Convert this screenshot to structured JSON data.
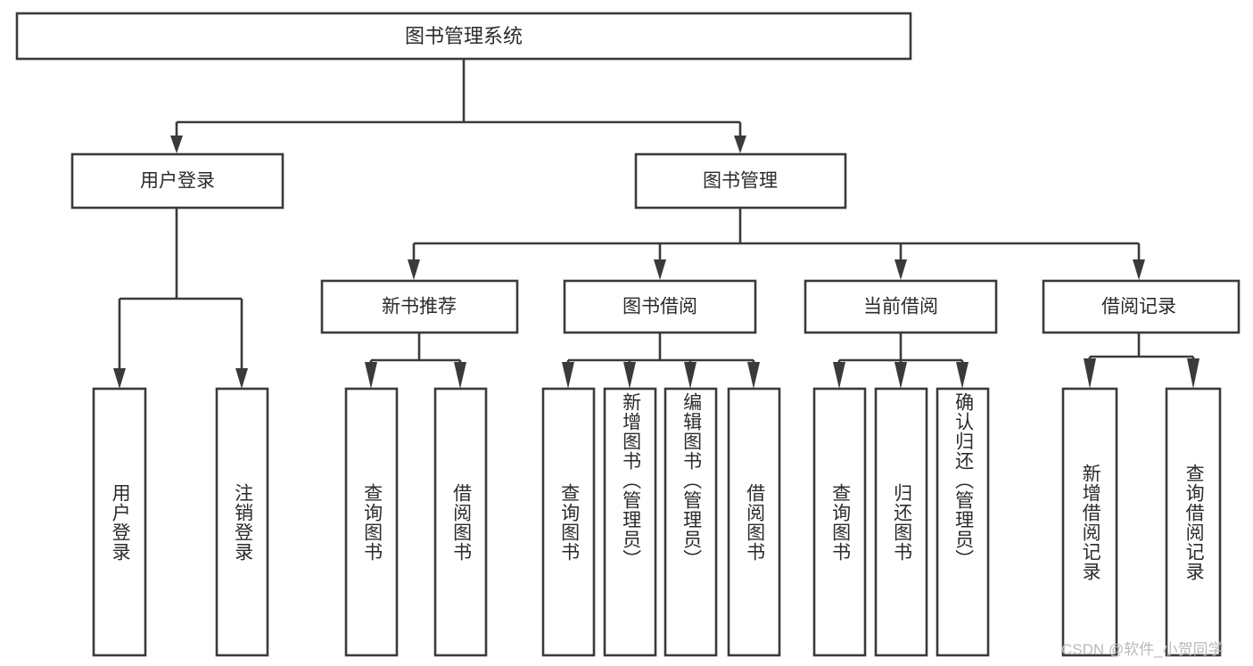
{
  "diagram": {
    "type": "tree",
    "title": "图书管理系统",
    "orientation": "top-down",
    "colors": {
      "stroke": "#3a3a3a",
      "box_fill": "#ffffff",
      "text": "#2b2b2b",
      "background": "#ffffff",
      "watermark": "#b9b9b9"
    },
    "root": {
      "label": "图书管理系统"
    },
    "level2": [
      {
        "label": "用户登录"
      },
      {
        "label": "图书管理"
      }
    ],
    "level3": [
      {
        "label": "新书推荐"
      },
      {
        "label": "图书借阅"
      },
      {
        "label": "当前借阅"
      },
      {
        "label": "借阅记录"
      }
    ],
    "leaves": {
      "user_login": [
        {
          "label": "用户登录"
        },
        {
          "label": "注销登录"
        }
      ],
      "new_book_recommend": [
        {
          "label": "查询图书"
        },
        {
          "label": "借阅图书"
        }
      ],
      "book_borrow": [
        {
          "label": "查询图书"
        },
        {
          "label": "新增图书（管理员）"
        },
        {
          "label": "编辑图书（管理员）"
        },
        {
          "label": "借阅图书"
        }
      ],
      "current_borrow": [
        {
          "label": "查询图书"
        },
        {
          "label": "归还图书"
        },
        {
          "label": "确认归还（管理员）"
        }
      ],
      "borrow_record": [
        {
          "label": "新增借阅记录"
        },
        {
          "label": "查询借阅记录"
        }
      ]
    }
  },
  "watermark": {
    "text": "CSDN @软件_小贺同学"
  }
}
